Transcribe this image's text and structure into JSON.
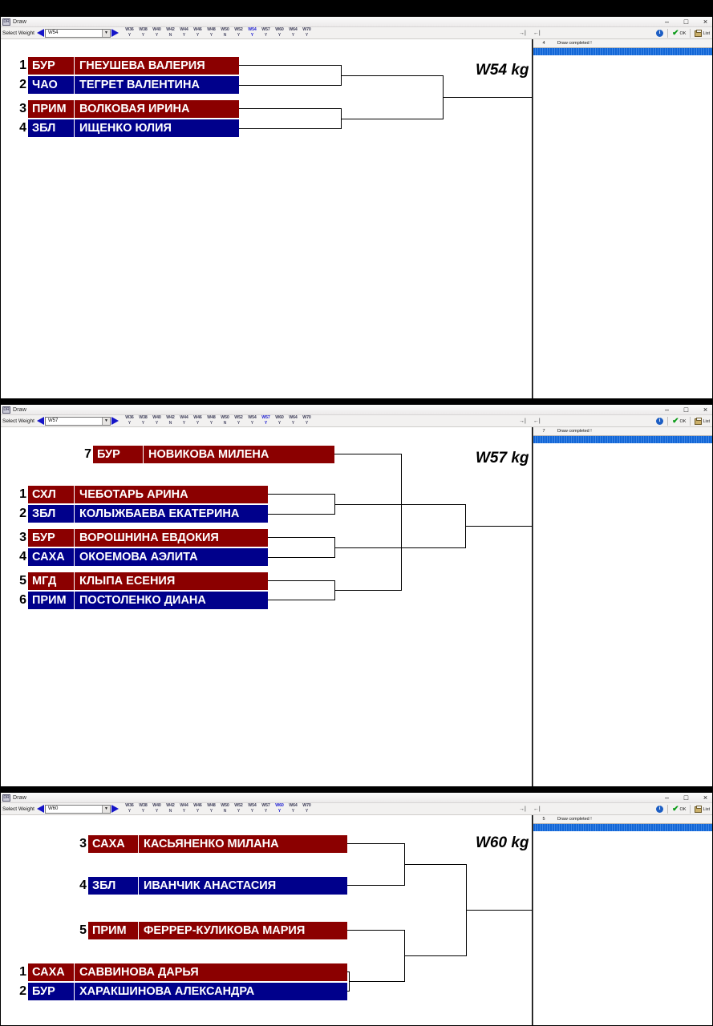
{
  "window": {
    "title": "Draw",
    "app_icon": "draw-app-icon",
    "minimize": "–",
    "maximize": "□",
    "close": "×"
  },
  "toolbar": {
    "select_weight_label": "Select Weight",
    "prev_icon": "left-arrow-icon",
    "next_icon": "right-arrow-icon",
    "combo_arrow": "▼",
    "info_label": "i",
    "ok_label": "OK",
    "list_label": "List",
    "weight_tabs": [
      {
        "name": "W36",
        "flag": "Y"
      },
      {
        "name": "W38",
        "flag": "Y"
      },
      {
        "name": "W40",
        "flag": "Y"
      },
      {
        "name": "W42",
        "flag": "N"
      },
      {
        "name": "W44",
        "flag": "Y"
      },
      {
        "name": "W46",
        "flag": "Y"
      },
      {
        "name": "W48",
        "flag": "Y"
      },
      {
        "name": "W50",
        "flag": "N"
      },
      {
        "name": "W52",
        "flag": "Y"
      },
      {
        "name": "W54",
        "flag": "Y"
      },
      {
        "name": "W57",
        "flag": "Y"
      },
      {
        "name": "W60",
        "flag": "Y"
      },
      {
        "name": "W64",
        "flag": "Y"
      },
      {
        "name": "W70",
        "flag": "Y"
      }
    ]
  },
  "list_panel": {
    "status_text": "Draw completed !"
  },
  "panels": [
    {
      "id": "panel-w54",
      "selected_weight": "W54",
      "combo_value": "W54",
      "weight_label": "W54 kg",
      "list_number": "4",
      "entries": [
        {
          "seed": "1",
          "club": "БУР",
          "name": "ГНЕУШЕВА ВАЛЕРИЯ",
          "color": "red"
        },
        {
          "seed": "2",
          "club": "ЧАО",
          "name": "ТЕГРЕТ ВАЛЕНТИНА",
          "color": "blue"
        },
        {
          "seed": "3",
          "club": "ПРИМ",
          "name": "ВОЛКОВАЯ ИРИНА",
          "color": "red"
        },
        {
          "seed": "4",
          "club": "ЗБЛ",
          "name": "ИЩЕНКО ЮЛИЯ",
          "color": "blue"
        }
      ]
    },
    {
      "id": "panel-w57",
      "selected_weight": "W57",
      "combo_value": "W57",
      "weight_label": "W57 kg",
      "list_number": "7",
      "entries": [
        {
          "seed": "7",
          "club": "БУР",
          "name": "НОВИКОВА МИЛЕНА",
          "color": "red"
        },
        {
          "seed": "1",
          "club": "СХЛ",
          "name": "ЧЕБОТАРЬ АРИНА",
          "color": "red"
        },
        {
          "seed": "2",
          "club": "ЗБЛ",
          "name": "КОЛЫЖБАЕВА ЕКАТЕРИНА",
          "color": "blue"
        },
        {
          "seed": "3",
          "club": "БУР",
          "name": "ВОРОШНИНА ЕВДОКИЯ",
          "color": "red"
        },
        {
          "seed": "4",
          "club": "САХА",
          "name": "ОКОЕМОВА АЭЛИТА",
          "color": "blue"
        },
        {
          "seed": "5",
          "club": "МГД",
          "name": "КЛЫПА ЕСЕНИЯ",
          "color": "red"
        },
        {
          "seed": "6",
          "club": "ПРИМ",
          "name": "ПОСТОЛЕНКО ДИАНА",
          "color": "blue"
        }
      ]
    },
    {
      "id": "panel-w60",
      "selected_weight": "W60",
      "combo_value": "W60",
      "weight_label": "W60 kg",
      "list_number": "5",
      "entries": [
        {
          "seed": "3",
          "club": "САХА",
          "name": "КАСЬЯНЕНКО МИЛАНА",
          "color": "red"
        },
        {
          "seed": "4",
          "club": "ЗБЛ",
          "name": "ИВАНЧИК АНАСТАСИЯ",
          "color": "blue"
        },
        {
          "seed": "5",
          "club": "ПРИМ",
          "name": "ФЕРРЕР-КУЛИКОВА МАРИЯ",
          "color": "red"
        },
        {
          "seed": "1",
          "club": "САХА",
          "name": "САВВИНОВА ДАРЬЯ",
          "color": "red"
        },
        {
          "seed": "2",
          "club": "БУР",
          "name": "ХАРАКШИНОВА АЛЕКСАНДРА",
          "color": "blue"
        }
      ]
    }
  ]
}
